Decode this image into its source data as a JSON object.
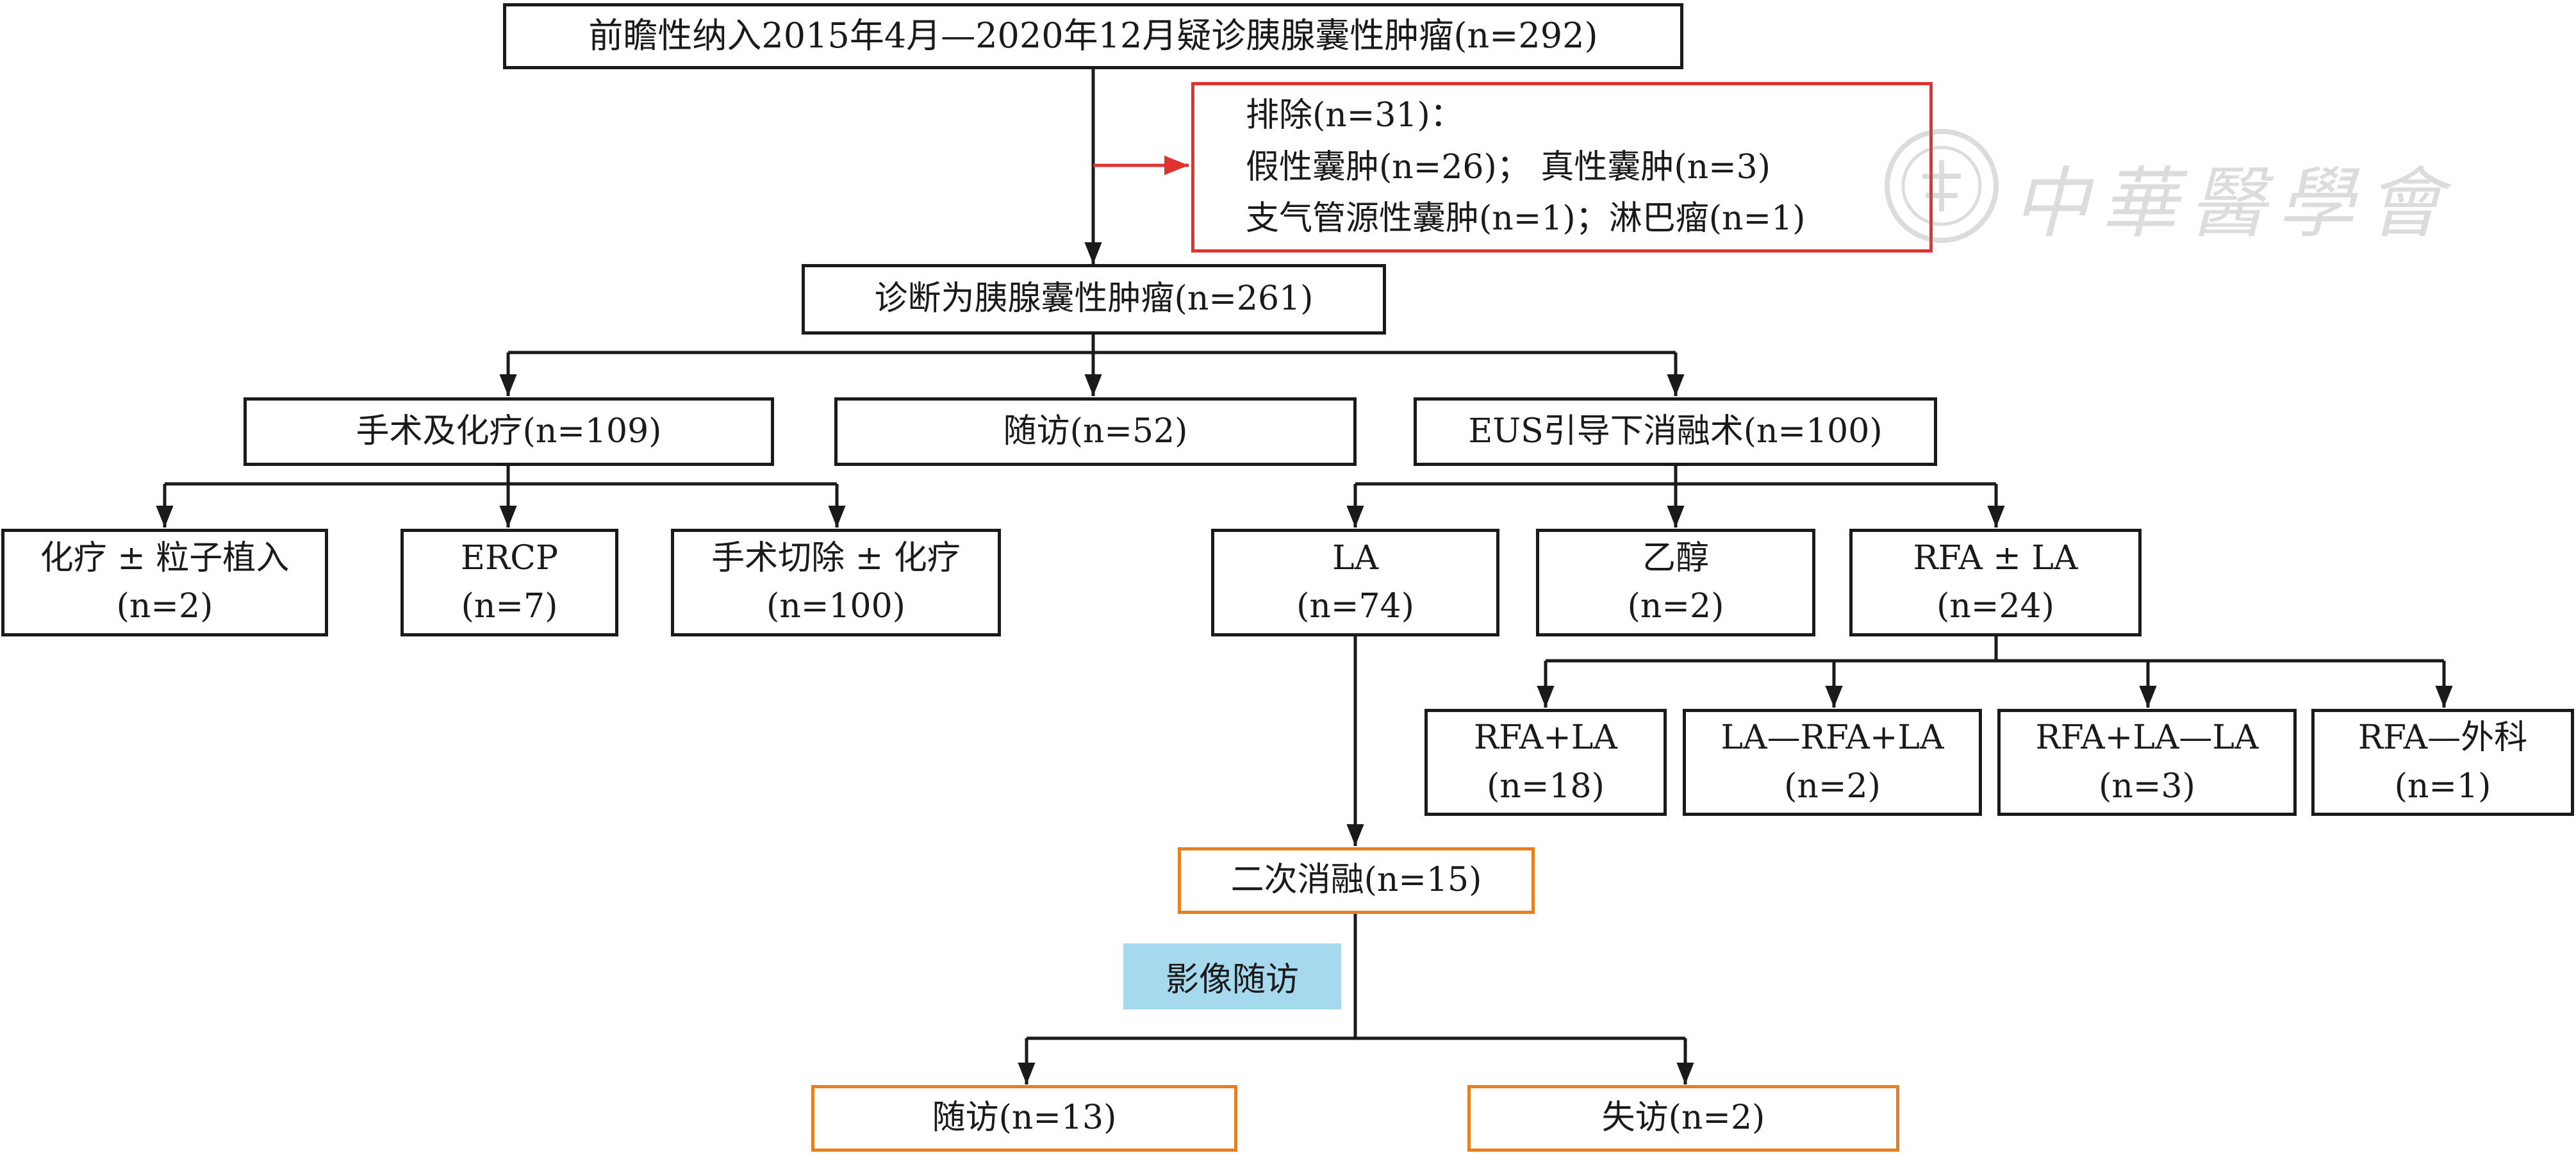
{
  "top": "前瞻性纳入2015年4月—2020年12月疑诊胰腺囊性肿瘤(n=292)",
  "exclude": {
    "title": "排除(n=31)：",
    "line1": "假性囊肿(n=26)； 真性囊肿(n=3)",
    "line2": "支气管源性囊肿(n=1)；淋巴瘤(n=1)"
  },
  "diagnosed": "诊断为胰腺囊性肿瘤(n=261)",
  "surgery_chemo": "手术及化疗(n=109)",
  "followup_main": "随访(n=52)",
  "eus": "EUS引导下消融术(n=100)",
  "chemo_seed": {
    "label": "化疗 ± 粒子植入",
    "n": "(n=2)"
  },
  "ercp": {
    "label": "ERCP",
    "n": "(n=7)"
  },
  "resection": {
    "label": "手术切除 ± 化疗",
    "n": "(n=100)"
  },
  "la": {
    "label": "LA",
    "n": "(n=74)"
  },
  "ethanol": {
    "label": "乙醇",
    "n": "(n=2)"
  },
  "rfa_la": {
    "label": "RFA ± LA",
    "n": "(n=24)"
  },
  "sub1": {
    "label": "RFA+LA",
    "n": "(n=18)"
  },
  "sub2": {
    "label": "LA—RFA+LA",
    "n": "(n=2)"
  },
  "sub3": {
    "label": "RFA+LA—LA",
    "n": "(n=3)"
  },
  "sub4": {
    "label": "RFA—外科",
    "n": "(n=1)"
  },
  "second": "二次消融(n=15)",
  "imaging": "影像随访",
  "fu13": "随访(n=13)",
  "lost2": "失访(n=2)",
  "watermark": "中華醫學會",
  "colors": {
    "line": "#1a1a1a",
    "red": "#e0332f",
    "orange": "#e67e22",
    "tag": "#a6d8ee"
  }
}
